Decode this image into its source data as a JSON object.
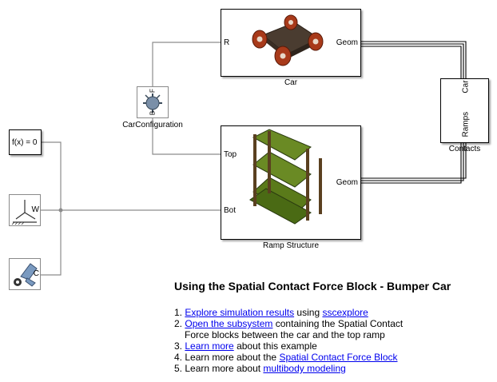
{
  "blocks": {
    "car": {
      "name": "Car",
      "port_r": "R",
      "port_geom": "Geom"
    },
    "ramp": {
      "name": "Ramp Structure",
      "port_top": "Top",
      "port_bot": "Bot",
      "port_geom": "Geom"
    },
    "contacts": {
      "name": "Contacts",
      "port_car": "Car",
      "port_ramps": "Ramps"
    },
    "car_config": {
      "name": "CarConfiguration",
      "port_b": "B",
      "port_f": "F"
    },
    "solver": {
      "label": "f(x) = 0"
    },
    "world": {
      "port_w": "W"
    },
    "mech_config": {
      "port_c": "C"
    }
  },
  "description": {
    "title": "Using the Spatial Contact Force Block - Bumper Car",
    "items": [
      {
        "num": "1.",
        "link": "Explore simulation results",
        "after": " using ",
        "link2": "sscexplore"
      },
      {
        "num": "2.",
        "link": "Open the subsystem",
        "after": " containing the Spatial Contact",
        "line2": "Force blocks between the car and the top ramp"
      },
      {
        "num": "3.",
        "link": "Learn more",
        "after": " about this example"
      },
      {
        "num": "4.",
        "before": "Learn more about the ",
        "link": "Spatial Contact Force Block"
      },
      {
        "num": "5.",
        "before": "Learn more about ",
        "link": "multibody modeling"
      }
    ]
  }
}
